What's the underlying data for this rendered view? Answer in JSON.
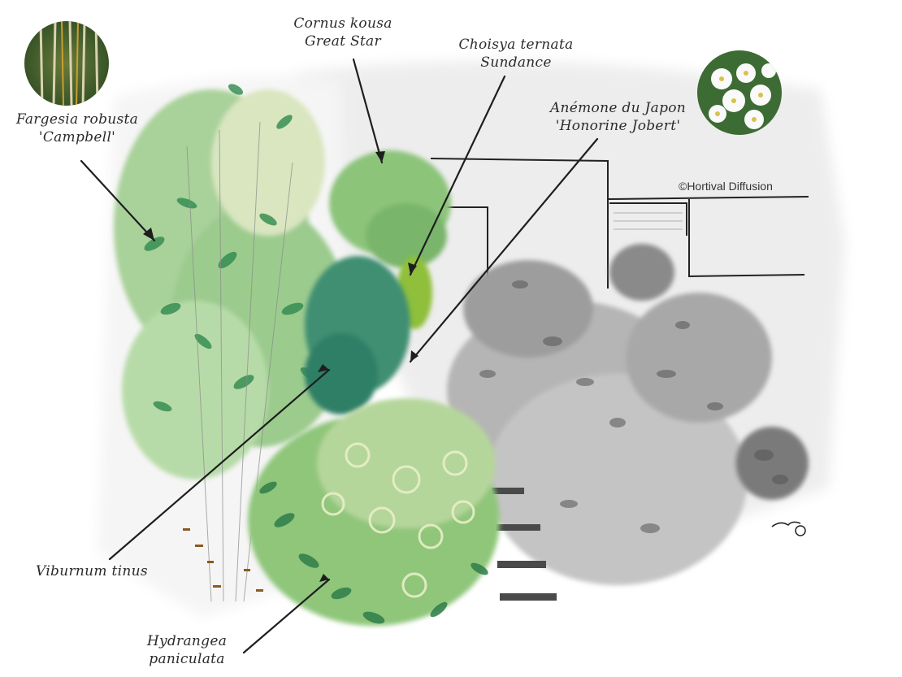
{
  "illustration": {
    "type": "garden planting sketch",
    "copyright": "©Hortival Diffusion",
    "signature": "signature mark",
    "colors": {
      "green_light": "#b8d9a0",
      "green_mid": "#6fae6a",
      "green_dark": "#2f7d4a",
      "teal": "#2e7f66",
      "grey_light": "#d9d9d9",
      "grey_mid": "#9a9a9a",
      "grey_dark": "#555555",
      "ink": "#1e1e1e"
    }
  },
  "labels": [
    {
      "id": "fargesia",
      "line1": "Fargesia robusta",
      "line2": "'Campbell'"
    },
    {
      "id": "cornus",
      "line1": "Cornus kousa",
      "line2": "Great Star"
    },
    {
      "id": "choisya",
      "line1": "Choisya ternata",
      "line2": "Sundance"
    },
    {
      "id": "anemone",
      "line1": "Anémone du Japon",
      "line2": "'Honorine Jobert'"
    },
    {
      "id": "viburnum",
      "line1": "Viburnum tinus",
      "line2": ""
    },
    {
      "id": "hydrangea",
      "line1": "Hydrangea",
      "line2": "paniculata"
    }
  ],
  "thumbnails": [
    {
      "id": "bamboo-photo",
      "subject": "bamboo canes"
    },
    {
      "id": "anemone-photo",
      "subject": "white anemone flowers"
    }
  ]
}
